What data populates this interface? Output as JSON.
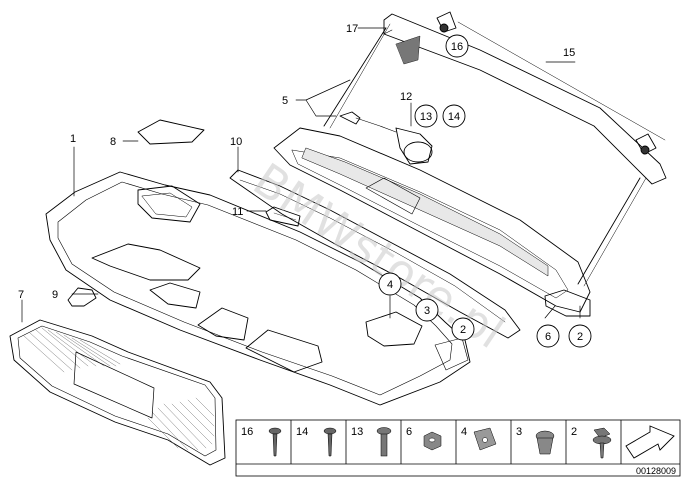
{
  "watermark": "BMWstore.pl",
  "callouts": {
    "c1": "1",
    "c2a": "2",
    "c2b": "2",
    "c3": "3",
    "c4": "4",
    "c5": "5",
    "c6": "6",
    "c7": "7",
    "c8": "8",
    "c9": "9",
    "c10": "10",
    "c11": "11",
    "c12": "12",
    "c13": "13",
    "c14": "14",
    "c15": "15",
    "c16": "16",
    "c17": "17"
  },
  "hardware_strip": [
    {
      "label": "16",
      "icon": "screw-icon"
    },
    {
      "label": "14",
      "icon": "pin-screw-icon"
    },
    {
      "label": "13",
      "icon": "bolt-icon"
    },
    {
      "label": "6",
      "icon": "hex-nut-icon"
    },
    {
      "label": "4",
      "icon": "clip-nut-icon"
    },
    {
      "label": "3",
      "icon": "expanding-nut-icon"
    },
    {
      "label": "2",
      "icon": "flange-screw-icon"
    },
    {
      "label": "",
      "icon": "arrow-icon"
    }
  ],
  "doc_number": "00128009"
}
